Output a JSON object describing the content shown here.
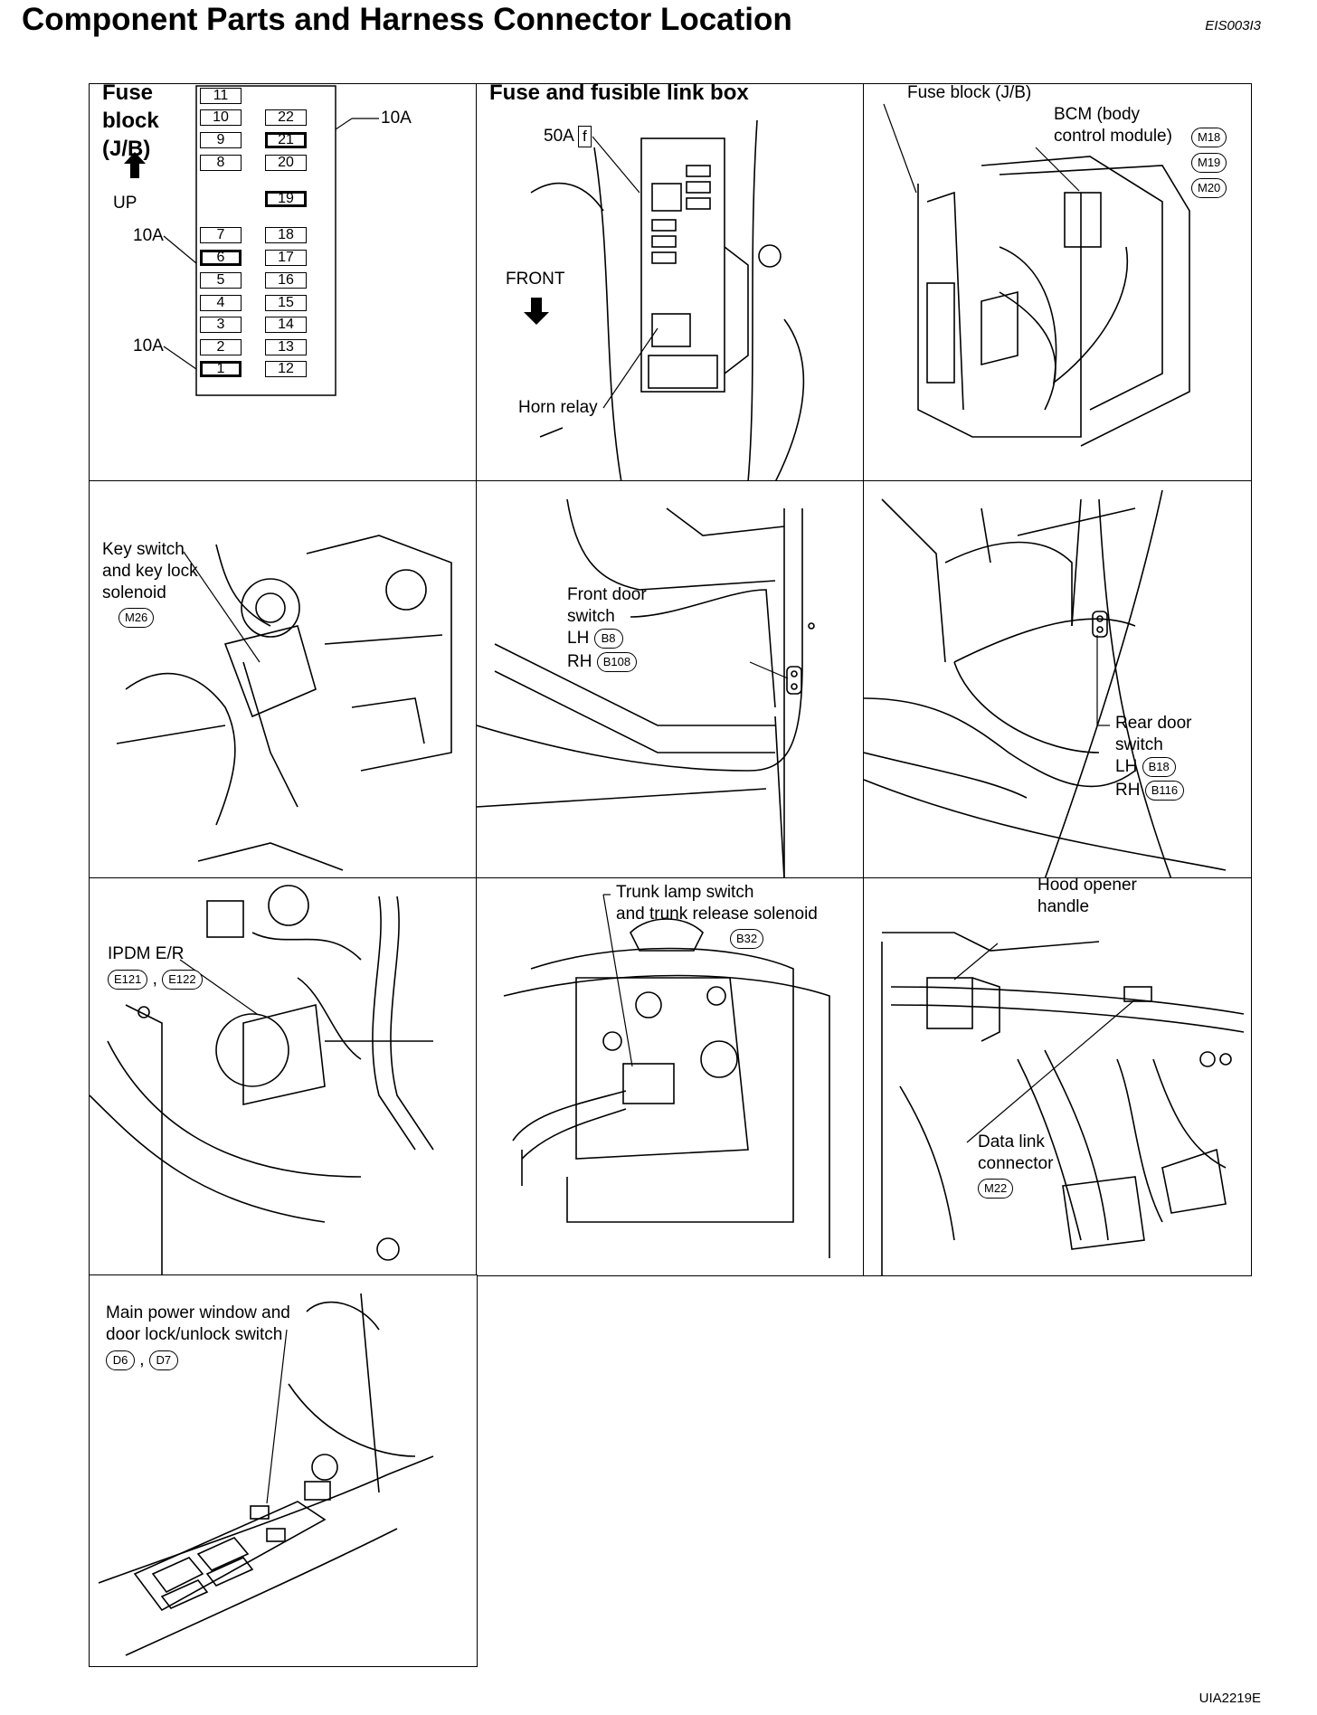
{
  "header": {
    "title": "Component Parts and Harness Connector Location",
    "doc_code": "EIS003I3"
  },
  "footer": {
    "figure_code": "UIA2219E"
  },
  "panels": {
    "fuse_block": {
      "title": "Fuse block (J/B)",
      "up_label": "UP",
      "callouts": [
        "10A",
        "10A",
        "10A"
      ],
      "fuses": [
        "11",
        "10",
        "9",
        "8",
        "7",
        "6",
        "5",
        "4",
        "3",
        "2",
        "1",
        "22",
        "21",
        "20",
        "19",
        "18",
        "17",
        "16",
        "15",
        "14",
        "13",
        "12"
      ]
    },
    "fusible_link": {
      "title": "Fuse and fusible link box",
      "fuse_amp": "50A",
      "fuse_letter": "f",
      "front_label": "FRONT",
      "horn_relay": "Horn relay"
    },
    "bcm": {
      "fuse_block": "Fuse block (J/B)",
      "bcm_line1": "BCM (body",
      "bcm_line2": "control module)",
      "connectors": [
        "M18",
        "M19",
        "M20"
      ]
    },
    "key_switch": {
      "line1": "Key switch",
      "line2": "and key lock",
      "line3": "solenoid",
      "connector": "M26"
    },
    "front_door": {
      "line1": "Front door",
      "line2": "switch",
      "lh": "LH",
      "lh_conn": "B8",
      "rh": "RH",
      "rh_conn": "B108"
    },
    "rear_door": {
      "line1": "Rear door",
      "line2": "switch",
      "lh": "LH",
      "lh_conn": "B18",
      "rh": "RH",
      "rh_conn": "B116"
    },
    "ipdm": {
      "label": "IPDM E/R",
      "connectors": [
        "E121",
        "E122"
      ]
    },
    "trunk": {
      "line1": "Trunk lamp switch",
      "line2": "and trunk release solenoid",
      "connector": "B32"
    },
    "hood": {
      "hood_line1": "Hood opener",
      "hood_line2": "handle",
      "dlc_line1": "Data link",
      "dlc_line2": "connector",
      "dlc_conn": "M22"
    },
    "power_window": {
      "line1": "Main power window and",
      "line2": "door lock/unlock switch",
      "connectors": [
        "D6",
        "D7"
      ]
    }
  }
}
